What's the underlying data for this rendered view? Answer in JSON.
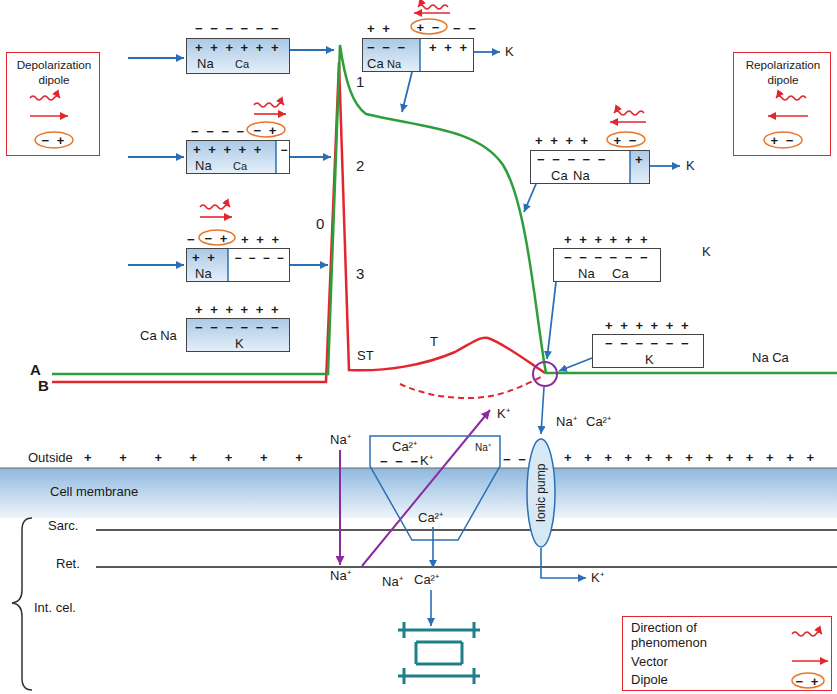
{
  "diagram": {
    "nodes": [
      {
        "text": [
          "Depolarization dipole"
        ]
      },
      {
        "text": [
          "− +"
        ],
        "in": 0
      },
      {
        "text": [
          "Repolarization dipole"
        ]
      },
      {
        "text": [
          "+ −"
        ],
        "in": 2
      },
      {
        "text": [
          "− − − − − −",
          "+ + + + + +",
          "Na",
          "Ca"
        ]
      },
      {
        "text": [
          "+ +",
          "− −",
          "− − −",
          "+ + +",
          "Ca",
          "Na"
        ]
      },
      {
        "text": [
          "+ −"
        ]
      },
      {
        "text": [
          "− − − −",
          "+ + + + +",
          "−",
          "Na",
          "Ca"
        ]
      },
      {
        "text": [
          "− +"
        ]
      },
      {
        "text": [
          "+ + + +",
          "− − − − −",
          "+",
          "Ca",
          "Na"
        ]
      },
      {
        "text": [
          "+ −"
        ]
      },
      {
        "text": [
          "−",
          "+ + +",
          "+ +",
          "− − − −",
          "Na"
        ]
      },
      {
        "text": [
          "− +"
        ]
      },
      {
        "text": [
          "+ + + + + +",
          "− − − − − −",
          "Na",
          "Ca"
        ]
      },
      {
        "text": [
          "+ + + + + +",
          "− − − − − −",
          "K"
        ]
      },
      {
        "text": [
          "+ + + + + +",
          "− − − − − −",
          "K"
        ]
      },
      {
        "text": [
          "Ca²⁺",
          "Na⁺",
          "− − −",
          "K⁺",
          "Ca²⁺"
        ]
      },
      {
        "text": [
          "Ionic pump"
        ]
      },
      {
        "text": [
          "Direction of phenomenon",
          "Vector",
          "Dipole"
        ]
      },
      {
        "text": [
          "− +"
        ],
        "in": 18
      }
    ],
    "labels": [
      "1",
      "2",
      "0",
      "3",
      "A",
      "B",
      "ST",
      "T",
      "K",
      "K",
      "K",
      "Ca Na",
      "Na Ca",
      "Na⁺",
      "K⁺",
      "Na⁺",
      "Ca²⁺",
      "Outside",
      "+ + + + + + +",
      "− −",
      "+ + + + + + + + + + + + +",
      "Cell membrane",
      "Sarc.",
      "Ret.",
      "Int. cel.",
      "K⁺",
      "Na⁺",
      "Na⁺",
      "Ca²⁺"
    ]
  }
}
